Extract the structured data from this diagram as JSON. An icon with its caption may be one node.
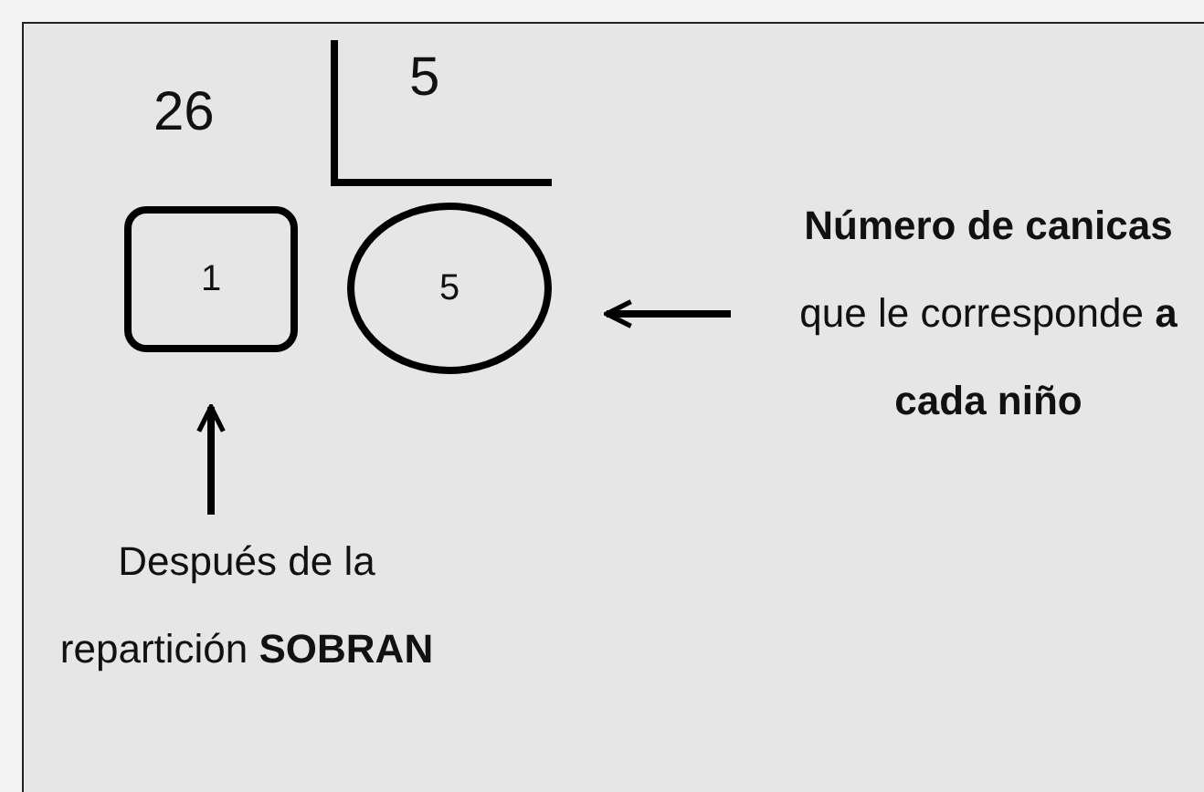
{
  "diagram": {
    "nodes": [
      {
        "text": [
          "1"
        ]
      },
      {
        "text": [
          "5"
        ]
      },
      {
        "text": [
          "Después de la repartición **SOBRAN**"
        ]
      },
      {
        "text": [
          "**Número de canicas** que le corresponde **a cada niño**"
        ]
      }
    ],
    "edges": [
      {
        "from": 2,
        "to": 0,
        "arrow": "to"
      },
      {
        "from": 3,
        "to": 1,
        "arrow": "to"
      }
    ],
    "labels": [
      "26",
      "5"
    ]
  }
}
